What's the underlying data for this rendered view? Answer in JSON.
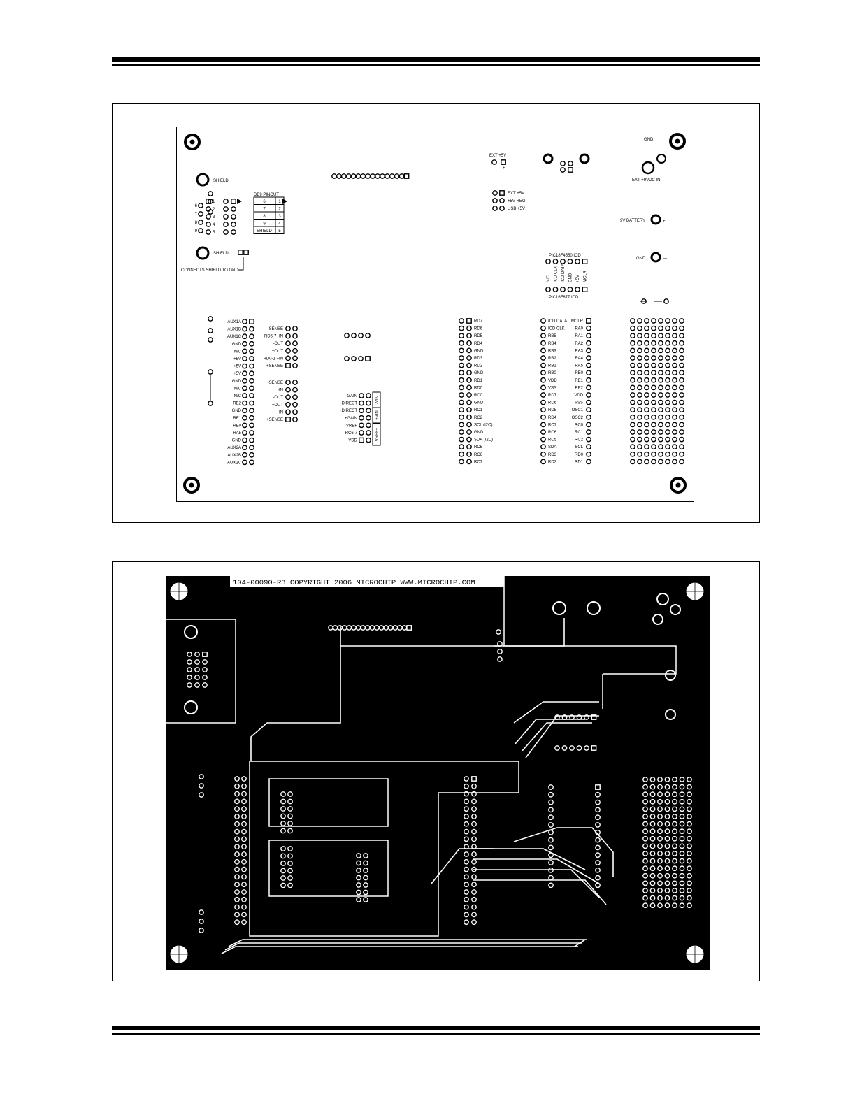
{
  "silkscreen": {
    "shield_top": "SHIELD",
    "shield_bottom": "SHIELD",
    "connects_shield": "CONNECTS SHIELD TO GND",
    "db9_title": "DB9 PINOUT",
    "db9_table": [
      [
        "6",
        "1"
      ],
      [
        "7",
        "2"
      ],
      [
        "8",
        "3"
      ],
      [
        "9",
        "4"
      ],
      [
        "SHIELD",
        "5"
      ]
    ],
    "db9_pins_left": [
      "6",
      "7",
      "8",
      "9"
    ],
    "db9_pins_right": [
      "1",
      "2",
      "3",
      "4",
      "5"
    ],
    "ext5v_top": "EXT +5V",
    "ext5v_minus": "-",
    "ext5v_plus": "+",
    "power_select": [
      "EXT +5V",
      "+5V REG",
      "USB +5V"
    ],
    "gnd_top": "GND",
    "ext9v": "EXT +9VDC IN",
    "battery": "9V BATTERY",
    "battery_plus": "+",
    "gnd_mid": "GND",
    "gnd_minus": "—",
    "icd_4550": "PIC18F4550 ICD",
    "icd_877": "PIC16F877 ICD",
    "icd_pins": [
      "N/C",
      "ICD CLK",
      "ICD DATA",
      "GND",
      "+5V",
      "MCLR"
    ],
    "aux_labels": [
      "AUX1A",
      "AUX1B",
      "AUX1C",
      "GND",
      "N/C",
      "+5V",
      "+5V",
      "+5V",
      "GND",
      "N/C",
      "N/C",
      "RE2",
      "GND",
      "RE1",
      "RE0",
      "RA5",
      "GND",
      "AUX2A",
      "AUX2B",
      "AUX2C"
    ],
    "sense_top": [
      "-SENSE",
      "RD6-7  -IN",
      "-OUT",
      "+OUT",
      "RD0-1  +IN",
      "+SENSE"
    ],
    "sense_bottom": [
      "-SENSE",
      "-IN",
      "-OUT",
      "+OUT",
      "+IN",
      "+SENSE"
    ],
    "gain_labels": [
      "-GAIN",
      "-DIRECT",
      "+DIRECT",
      "+GAIN",
      "VREF",
      "RC6-7",
      "VDD"
    ],
    "vin_boxes": [
      "-VIN",
      "+VIN",
      "VREF+"
    ],
    "portd_labels": [
      "RD7",
      "RD6",
      "RD5",
      "RD4",
      "GND",
      "RD3",
      "RD2",
      "GND",
      "RD1",
      "RD0",
      "RC0",
      "GND",
      "RC1",
      "RC2",
      "SCL (I2C)",
      "GND",
      "SDA (I2C)",
      "RC5",
      "RC6",
      "RC7"
    ],
    "mcu_left": [
      "ICD DATA",
      "ICD CLK",
      "RB5",
      "RB4",
      "RB3",
      "RB2",
      "RB1",
      "RB0",
      "VDD",
      "VSS",
      "RD7",
      "RD6",
      "RD5",
      "RD4",
      "RC7",
      "RC6",
      "RC5",
      "SDA",
      "RD3",
      "RD2"
    ],
    "mcu_right": [
      "MCLR",
      "RA0",
      "RA1",
      "RA2",
      "RA3",
      "RA4",
      "RA5",
      "RE0",
      "RE1",
      "RE2",
      "VDD",
      "VSS",
      "OSC1",
      "OSC2",
      "RC0",
      "RC1",
      "RC2",
      "SCL",
      "RD0",
      "RD1"
    ]
  },
  "copper_header": "104-00090-R3   COPYRIGHT 2006  MICROCHIP  WWW.MICROCHIP.COM"
}
